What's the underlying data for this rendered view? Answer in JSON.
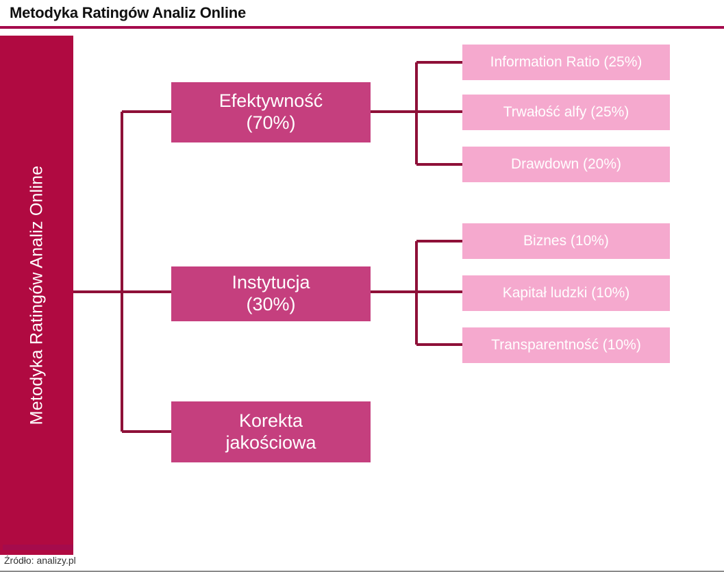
{
  "header": {
    "title": "Metodyka Ratingów Analiz Online",
    "rule_color": "#A50B4C"
  },
  "root": {
    "label": "Metodyka Ratingów Analiz Online",
    "color": "#B00A41",
    "text_color": "#FFFFFF"
  },
  "palette": {
    "root_crimson": "#B00A41",
    "level2_pink": "#C53F7E",
    "leaf_pink": "#F5A9CE",
    "connector": "#8E1038",
    "text_white": "#FFFFFF",
    "title_black": "#101010"
  },
  "level2": [
    {
      "id": "efektywnosc",
      "label": "Efektywność\n(70%)",
      "name": "Efektywność",
      "weight": "70%"
    },
    {
      "id": "instytucja",
      "label": "Instytucja\n(30%)",
      "name": "Instytucja",
      "weight": "30%"
    },
    {
      "id": "korekta",
      "label": "Korekta\njakościowa",
      "name": "Korekta jakościowa",
      "weight": ""
    }
  ],
  "leaves": {
    "efektywnosc": [
      {
        "id": "information-ratio",
        "label": "Information Ratio (25%)",
        "name": "Information Ratio",
        "weight": "25%"
      },
      {
        "id": "trwalosc-alfy",
        "label": "Trwałość alfy (25%)",
        "name": "Trwałość alfy",
        "weight": "25%"
      },
      {
        "id": "drawdown",
        "label": "Drawdown (20%)",
        "name": "Drawdown",
        "weight": "20%"
      }
    ],
    "instytucja": [
      {
        "id": "biznes",
        "label": "Biznes (10%)",
        "name": "Biznes",
        "weight": "10%"
      },
      {
        "id": "kapital-ludzki",
        "label": "Kapitał ludzki (10%)",
        "name": "Kapitał ludzki",
        "weight": "10%"
      },
      {
        "id": "transparentnosc",
        "label": "Transparentność (10%)",
        "name": "Transparentność",
        "weight": "10%"
      }
    ]
  },
  "footer": {
    "source": "Źródło: analizy.pl"
  }
}
